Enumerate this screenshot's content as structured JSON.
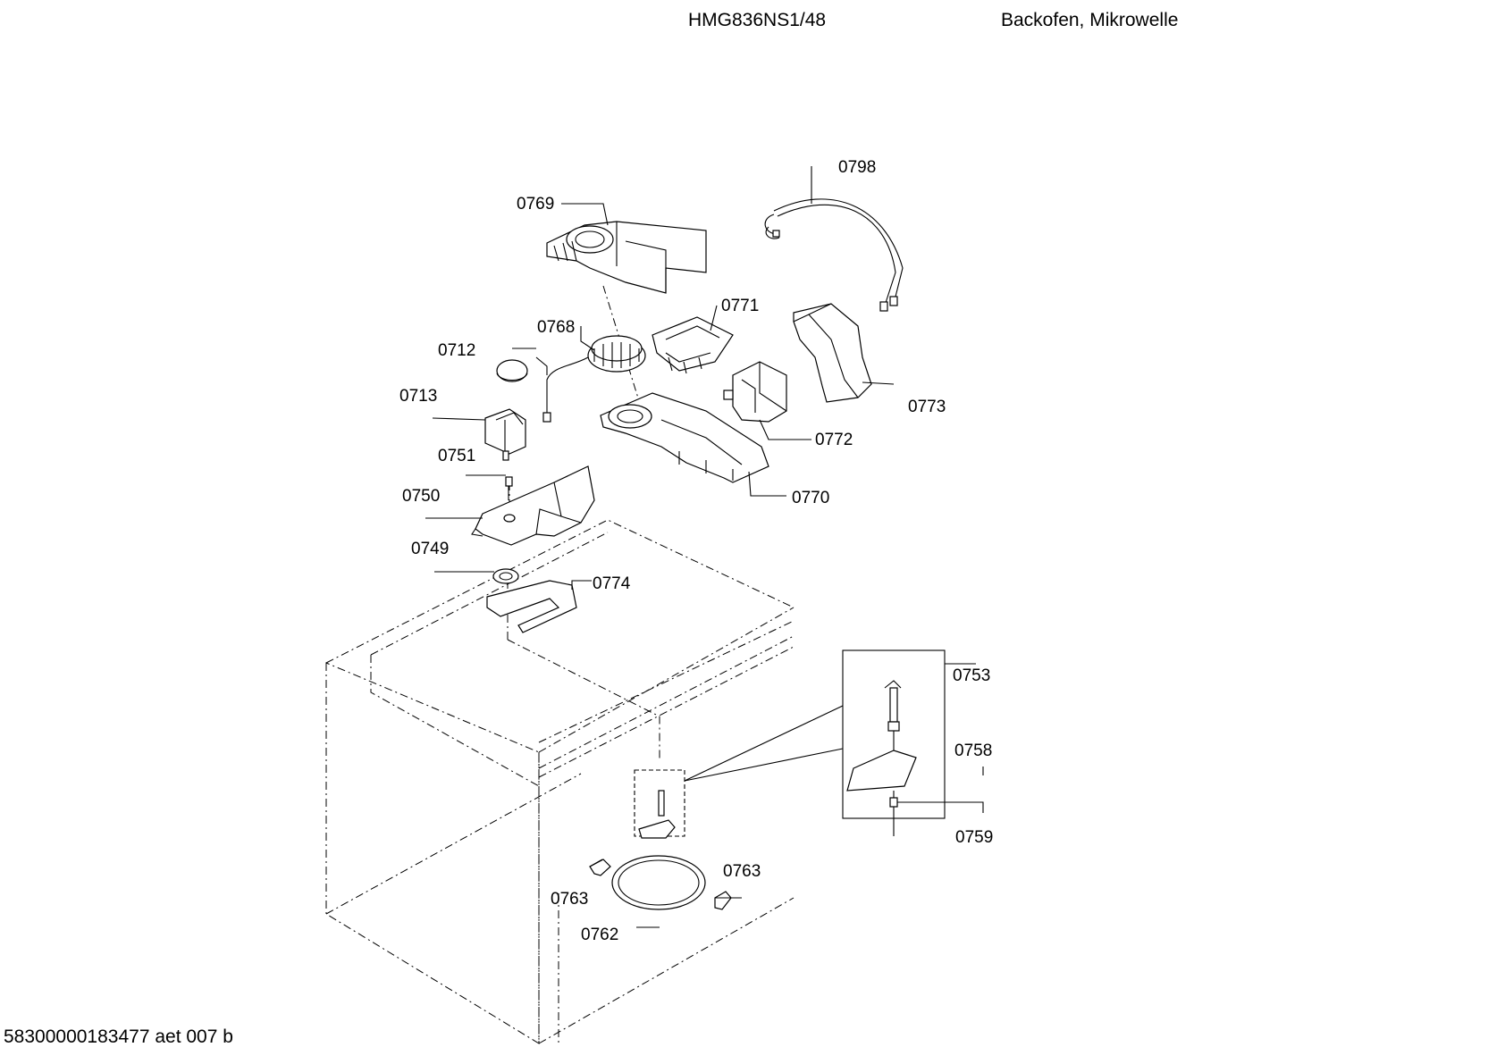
{
  "header": {
    "model": "HMG836NS1/48",
    "description": "Backofen, Mikrowelle"
  },
  "footer": {
    "document_id": "58300000183477 aet 007 b"
  },
  "parts": {
    "p0798": "0798",
    "p0769": "0769",
    "p0771": "0771",
    "p0768": "0768",
    "p0712": "0712",
    "p0713": "0713",
    "p0773": "0773",
    "p0772": "0772",
    "p0751": "0751",
    "p0770": "0770",
    "p0750": "0750",
    "p0749": "0749",
    "p0774": "0774",
    "p0753": "0753",
    "p0758": "0758",
    "p0759": "0759",
    "p0763a": "0763",
    "p0763b": "0763",
    "p0762": "0762"
  }
}
